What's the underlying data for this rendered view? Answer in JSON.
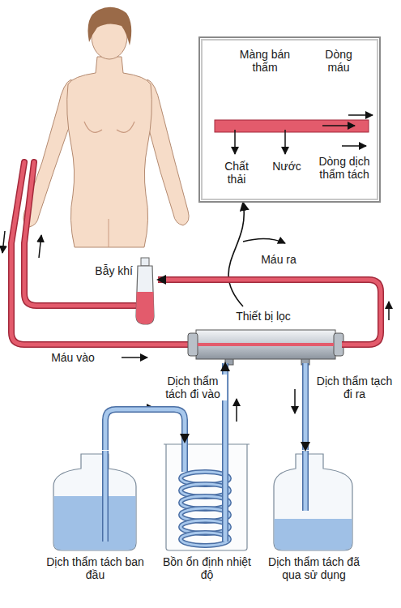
{
  "diagram": {
    "nodes": [
      {
        "text": [
          "Màng bán thấm",
          "Dòng máu",
          "Chất thải",
          "Nước",
          "Dòng dịch thẩm tách"
        ]
      },
      {
        "text": [
          "Thiết bị lọc"
        ]
      },
      {
        "text": [
          "Bẫy khí"
        ]
      },
      {
        "text": [
          "Dịch thẩm tách ban đầu"
        ]
      },
      {
        "text": [
          "Bồn ổn định nhiệt độ"
        ]
      },
      {
        "text": [
          "Dịch thẩm tách đã qua sử dụng"
        ]
      }
    ],
    "edges": [
      {
        "from": 1,
        "to": 0,
        "arrow": "to"
      },
      {
        "from": 1,
        "to": 2,
        "label": "Máu ra",
        "arrow": "to"
      },
      {
        "from": 4,
        "to": 1,
        "label": "Dịch thẩm tách đi vào",
        "arrow": "to"
      },
      {
        "from": 1,
        "to": 5,
        "label": "Dịch thẩm tạch đi ra",
        "arrow": "to"
      },
      {
        "from": 3,
        "to": 4,
        "arrow": "to"
      }
    ],
    "labels": [
      "Máu vào"
    ]
  }
}
